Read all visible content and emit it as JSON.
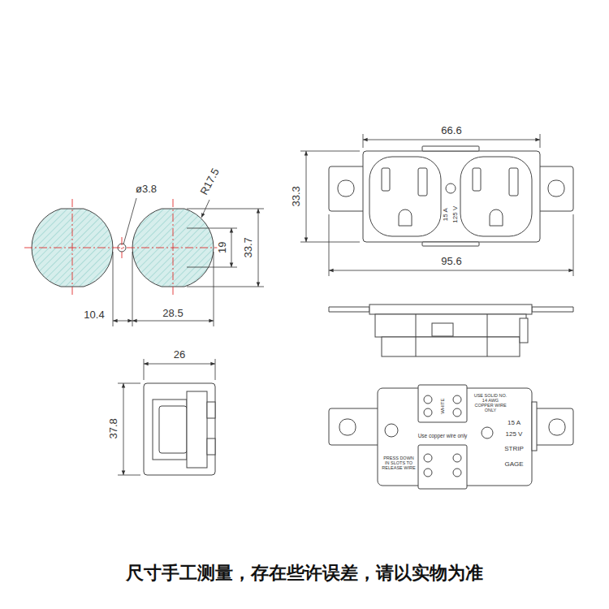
{
  "diagram": {
    "caption": "尺寸手工测量，存在些许误差，请以实物为准",
    "labels": [
      "ø3.8",
      "R17.5",
      "19",
      "33.7",
      "10.4",
      "28.5",
      "66.6",
      "33.3",
      "95.6",
      "15 A",
      "125 V",
      "26",
      "37.8",
      "USE SOLID NO. 14 AWG COPPER WIRE ONLY",
      "WHITE",
      "Use copper wire only",
      "15 A",
      "125 V",
      "STRIP",
      "GAGE",
      "PRESS DOWN IN SLOTS TO RELEASE WIRE"
    ]
  }
}
